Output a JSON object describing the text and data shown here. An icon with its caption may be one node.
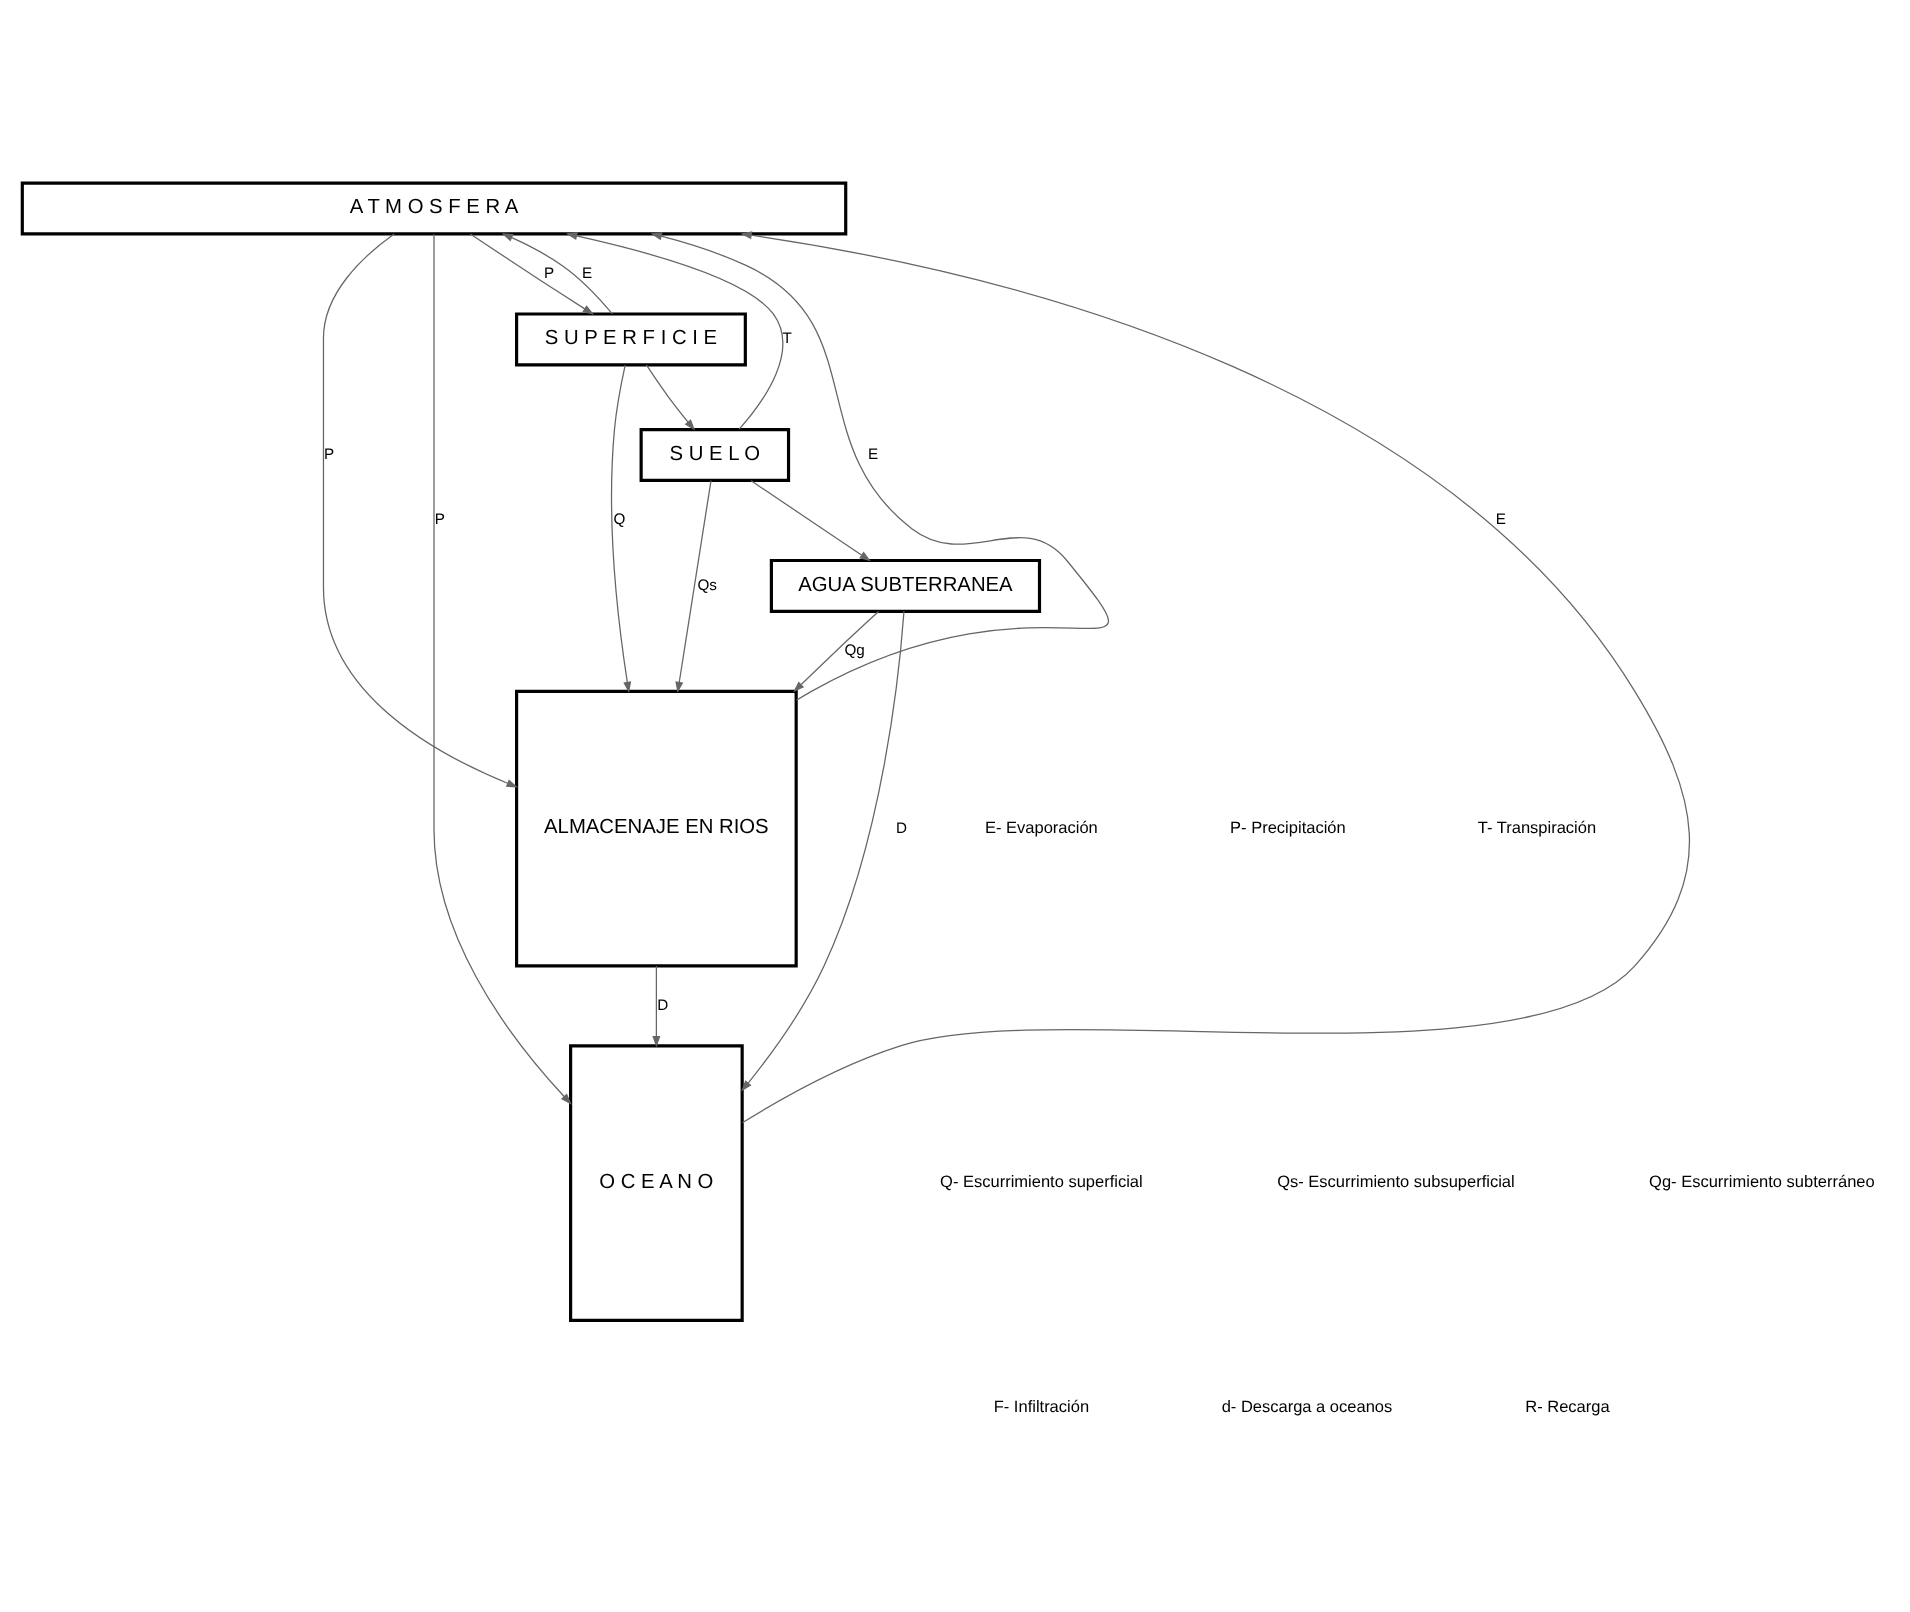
{
  "diagram": {
    "nodes": [
      {
        "text": [
          "A T M O S F E R A"
        ]
      },
      {
        "text": [
          "S U P E R F I C I E"
        ]
      },
      {
        "text": [
          "S U E L O"
        ]
      },
      {
        "text": [
          "AGUA SUBTERRANEA"
        ]
      },
      {
        "text": [
          "ALMACENAJE EN RIOS"
        ]
      },
      {
        "text": [
          "O C E A N O"
        ]
      }
    ],
    "edges": [
      {
        "from": 0,
        "to": 1,
        "arrow": "to",
        "label": "P"
      },
      {
        "from": 1,
        "to": 0,
        "arrow": "to",
        "label": "E"
      },
      {
        "from": 2,
        "to": 0,
        "arrow": "to",
        "label": "T"
      },
      {
        "from": 1,
        "to": 2,
        "arrow": "to"
      },
      {
        "from": 2,
        "to": 3,
        "arrow": "to"
      },
      {
        "from": 0,
        "to": 4,
        "arrow": "to",
        "label": "P"
      },
      {
        "from": 4,
        "to": 0,
        "arrow": "to",
        "label": "E"
      },
      {
        "from": 0,
        "to": 5,
        "arrow": "to",
        "label": "P"
      },
      {
        "from": 5,
        "to": 0,
        "arrow": "to",
        "label": "E"
      },
      {
        "from": 1,
        "to": 4,
        "arrow": "to",
        "label": "Q"
      },
      {
        "from": 2,
        "to": 4,
        "arrow": "to",
        "label": "Qs"
      },
      {
        "from": 3,
        "to": 4,
        "arrow": "to",
        "label": "Qg"
      },
      {
        "from": 4,
        "to": 5,
        "arrow": "to",
        "label": "D"
      },
      {
        "from": 3,
        "to": 5,
        "arrow": "to",
        "label": "D"
      }
    ],
    "labels": [
      "E- Evaporación",
      "P- Precipitación",
      "T- Transpiración",
      "Q- Escurrimiento superficial",
      "Qs- Escurrimiento subsuperficial",
      "Qg- Escurrimiento subterráneo",
      "F- Infiltración",
      "d- Descarga a oceanos",
      "R- Recarga"
    ]
  }
}
